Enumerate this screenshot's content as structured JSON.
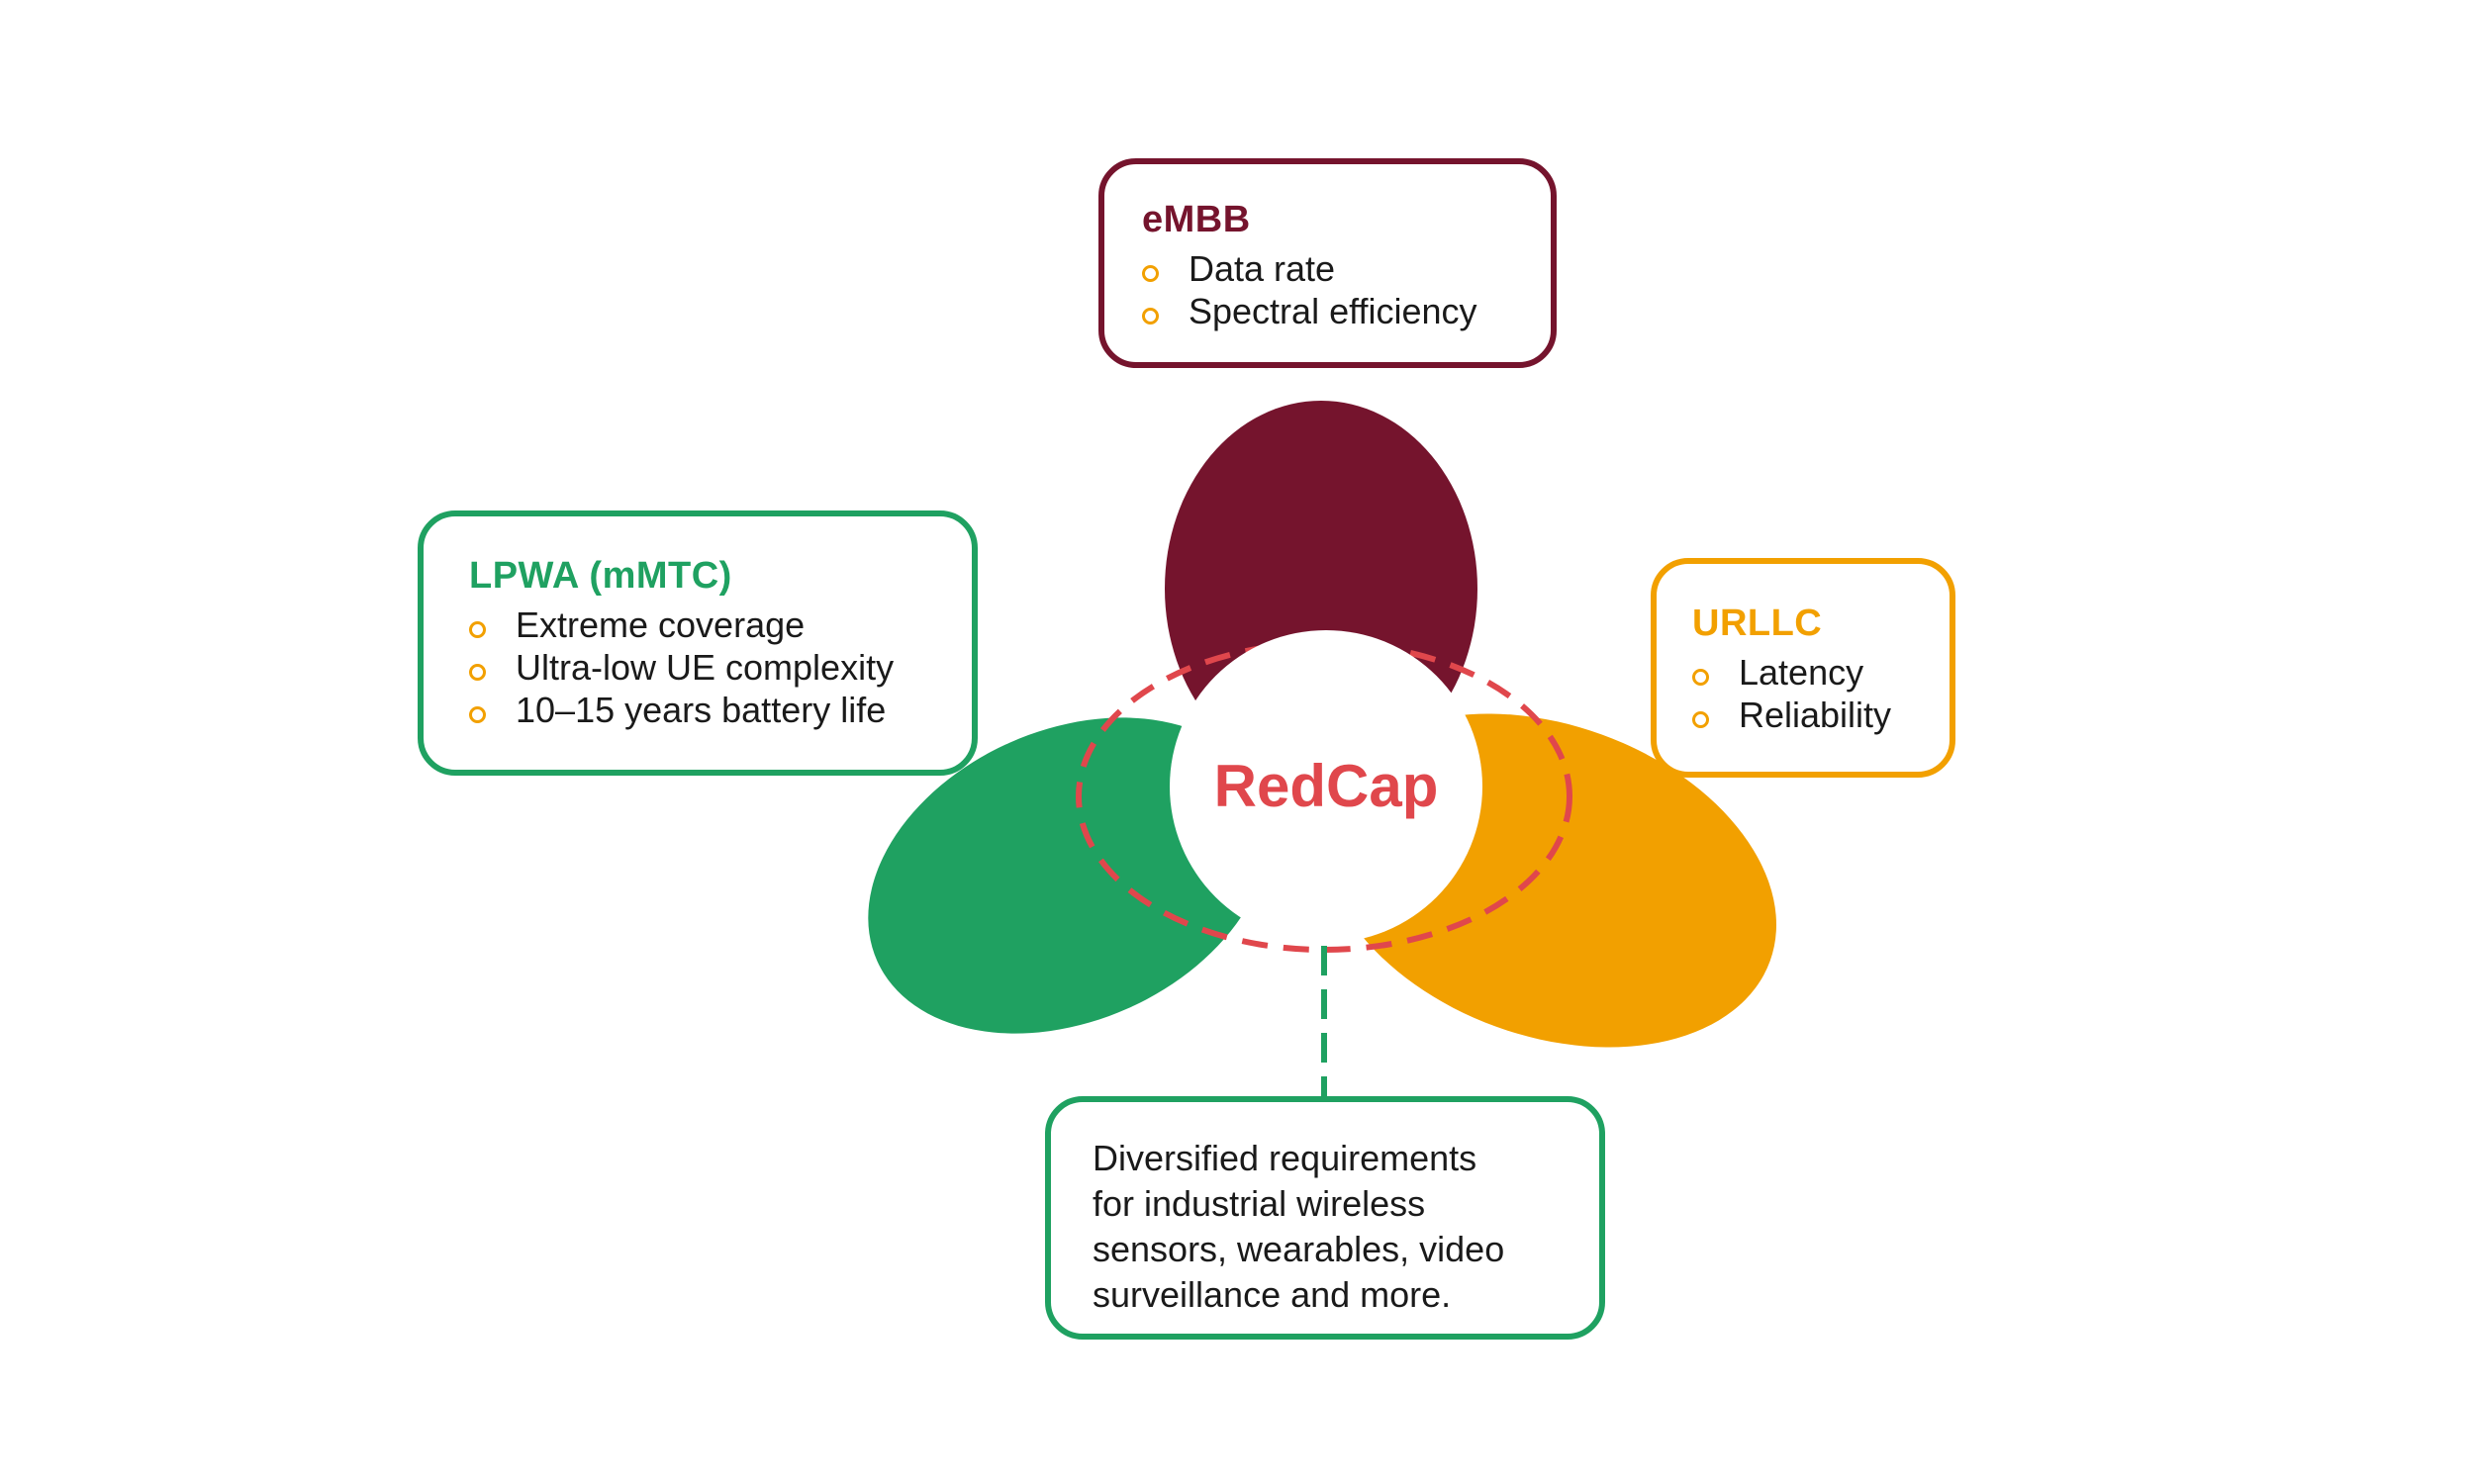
{
  "center_label": "RedCap",
  "embb": {
    "title": "eMBB",
    "items": [
      "Data rate",
      "Spectral efficiency"
    ]
  },
  "lpwa": {
    "title": "LPWA (mMTC)",
    "items": [
      "Extreme coverage",
      "Ultra-low UE complexity",
      "10–15 years battery life"
    ]
  },
  "urllc": {
    "title": "URLLC",
    "items": [
      "Latency",
      "Reliability"
    ]
  },
  "description": {
    "lines": [
      "Diversified requirements",
      "for industrial wireless",
      "sensors, wearables, video",
      "surveillance and more."
    ]
  },
  "colors": {
    "embb": "#75142d",
    "lpwa": "#1fa161",
    "urllc": "#f2a000",
    "redcap": "#e0474c",
    "bullet": "#f2a000"
  }
}
